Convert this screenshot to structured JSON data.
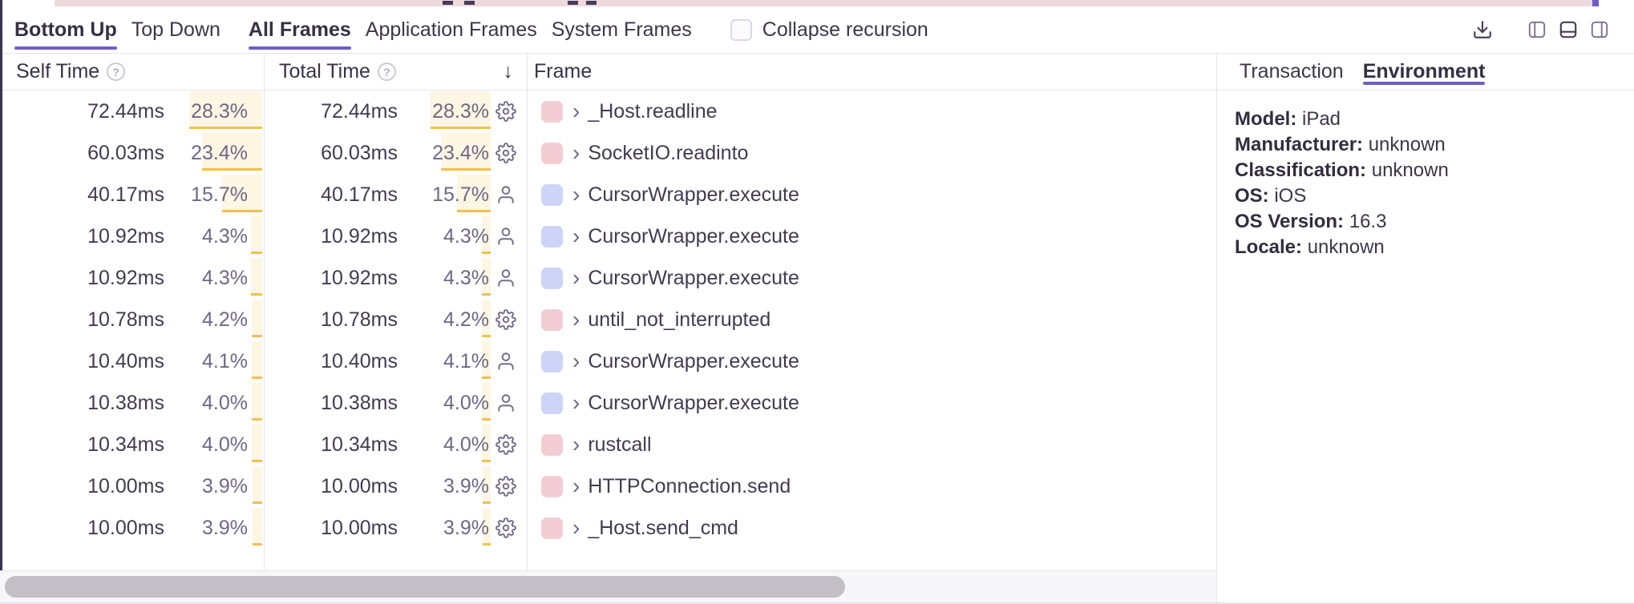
{
  "toolbar": {
    "view_tabs": [
      {
        "label": "Bottom Up",
        "active": true
      },
      {
        "label": "Top Down",
        "active": false
      }
    ],
    "filter_tabs": [
      {
        "label": "All Frames",
        "active": true
      },
      {
        "label": "Application Frames",
        "active": false
      },
      {
        "label": "System Frames",
        "active": false
      }
    ],
    "collapse_recursion": {
      "label": "Collapse recursion",
      "checked": false
    }
  },
  "table": {
    "headers": {
      "self_time": "Self Time",
      "total_time": "Total Time",
      "frame": "Frame"
    },
    "sort_arrow": "↓",
    "help_glyph": "?",
    "chevron_glyph": "›",
    "rows": [
      {
        "self_time": "72.44ms",
        "self_pct": "28.3%",
        "total_time": "72.44ms",
        "total_pct": "28.3%",
        "pct": 28.3,
        "frame": "_Host.readline",
        "frame_type": "system",
        "chip_color": "pink"
      },
      {
        "self_time": "60.03ms",
        "self_pct": "23.4%",
        "total_time": "60.03ms",
        "total_pct": "23.4%",
        "pct": 23.4,
        "frame": "SocketIO.readinto",
        "frame_type": "system",
        "chip_color": "pink"
      },
      {
        "self_time": "40.17ms",
        "self_pct": "15.7%",
        "total_time": "40.17ms",
        "total_pct": "15.7%",
        "pct": 15.7,
        "frame": "CursorWrapper.execute",
        "frame_type": "application",
        "chip_color": "blue"
      },
      {
        "self_time": "10.92ms",
        "self_pct": "4.3%",
        "total_time": "10.92ms",
        "total_pct": "4.3%",
        "pct": 4.3,
        "frame": "CursorWrapper.execute",
        "frame_type": "application",
        "chip_color": "blue"
      },
      {
        "self_time": "10.92ms",
        "self_pct": "4.3%",
        "total_time": "10.92ms",
        "total_pct": "4.3%",
        "pct": 4.3,
        "frame": "CursorWrapper.execute",
        "frame_type": "application",
        "chip_color": "blue"
      },
      {
        "self_time": "10.78ms",
        "self_pct": "4.2%",
        "total_time": "10.78ms",
        "total_pct": "4.2%",
        "pct": 4.2,
        "frame": "until_not_interrupted",
        "frame_type": "system",
        "chip_color": "pink"
      },
      {
        "self_time": "10.40ms",
        "self_pct": "4.1%",
        "total_time": "10.40ms",
        "total_pct": "4.1%",
        "pct": 4.1,
        "frame": "CursorWrapper.execute",
        "frame_type": "application",
        "chip_color": "blue"
      },
      {
        "self_time": "10.38ms",
        "self_pct": "4.0%",
        "total_time": "10.38ms",
        "total_pct": "4.0%",
        "pct": 4.0,
        "frame": "CursorWrapper.execute",
        "frame_type": "application",
        "chip_color": "blue"
      },
      {
        "self_time": "10.34ms",
        "self_pct": "4.0%",
        "total_time": "10.34ms",
        "total_pct": "4.0%",
        "pct": 4.0,
        "frame": "rustcall",
        "frame_type": "system",
        "chip_color": "pink"
      },
      {
        "self_time": "10.00ms",
        "self_pct": "3.9%",
        "total_time": "10.00ms",
        "total_pct": "3.9%",
        "pct": 3.9,
        "frame": "HTTPConnection.send",
        "frame_type": "system",
        "chip_color": "pink"
      },
      {
        "self_time": "10.00ms",
        "self_pct": "3.9%",
        "total_time": "10.00ms",
        "total_pct": "3.9%",
        "pct": 3.9,
        "frame": "_Host.send_cmd",
        "frame_type": "system",
        "chip_color": "pink"
      }
    ]
  },
  "details_panel": {
    "tabs": [
      {
        "label": "Transaction",
        "active": false
      },
      {
        "label": "Environment",
        "active": true
      }
    ],
    "environment": [
      {
        "label": "Model:",
        "value": "iPad"
      },
      {
        "label": "Manufacturer:",
        "value": "unknown"
      },
      {
        "label": "Classification:",
        "value": "unknown"
      },
      {
        "label": "OS:",
        "value": "iOS"
      },
      {
        "label": "OS Version:",
        "value": "16.3"
      },
      {
        "label": "Locale:",
        "value": "unknown"
      }
    ]
  },
  "colors": {
    "accent_purple": "#6c5fc7",
    "weight_bar_fill": "#fcf6e3",
    "weight_bar_line": "#f2c04e",
    "chip_pink": "#f4cdd4",
    "chip_blue": "#cdd4f8",
    "text_dark": "#433a50",
    "text_muted": "#6f6785"
  }
}
